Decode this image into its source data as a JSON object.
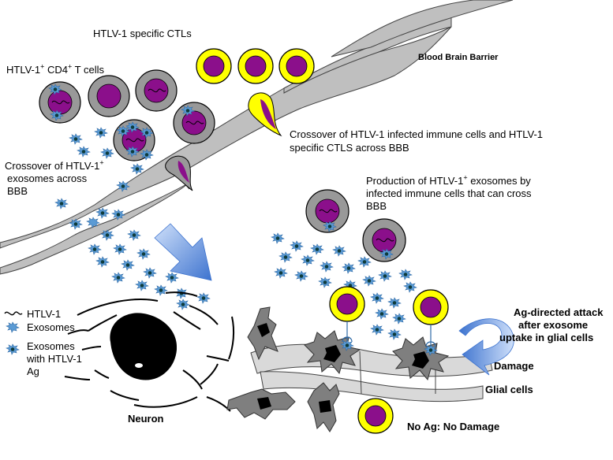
{
  "labels": {
    "cd4_main": "HTLV-1",
    "cd4_sup1": "+",
    "cd4_mid": " CD4",
    "cd4_sup2": "+",
    "cd4_tail": " T cells",
    "ctls": "HTLV-1 specific CTLs",
    "bbb": "Blood Brain Barrier",
    "crossover_cells_l1": "Crossover of HTLV-1 infected immune cells and HTLV-1",
    "crossover_cells_l2": "specific CTLS across BBB",
    "crossover_exo_l1": "Crossover of HTLV-1",
    "crossover_exo_sup": "+",
    "crossover_exo_l2": "exosomes across",
    "crossover_exo_l3": "BBB",
    "production_l1a": "Production of HTLV-1",
    "production_sup": "+",
    "production_l1b": " exosomes by",
    "production_l2": "infected immune cells that can cross",
    "production_l3": "BBB",
    "attack_l1": "Ag-directed attack",
    "attack_l2": "after exosome",
    "attack_l3": "uptake in glial cells",
    "damage": "Damage",
    "glial": "Glial cells",
    "neuron": "Neuron",
    "no_ag": "No Ag: No Damage"
  },
  "legend": {
    "htlv1": "HTLV-1",
    "exosomes": "Exosomes",
    "exo_ag_l1": "Exosomes",
    "exo_ag_l2": "with HTLV-1",
    "exo_ag_l3": "Ag"
  },
  "colors": {
    "barrier": "#bfbfbf",
    "cell_gray": "#999999",
    "nucleus": "#8b0f8b",
    "ctl_yellow": "#ffff00",
    "exosome": "#5b9bd5",
    "glial": "#7f7f7f",
    "arrow": "#4a7fd1"
  }
}
